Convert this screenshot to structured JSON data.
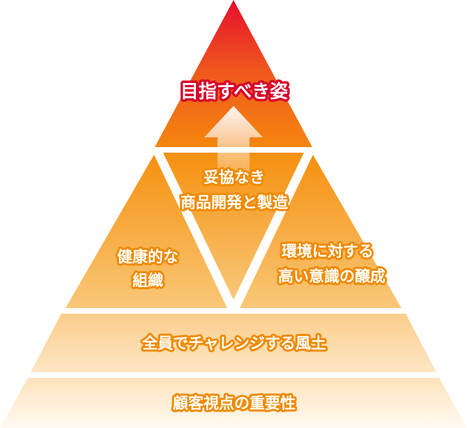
{
  "pyramid": {
    "top": "目指すべき姿",
    "center": [
      "妥協なき",
      "商品開発と製造"
    ],
    "left": [
      "健康的な",
      "組織"
    ],
    "right": [
      "環境に対する",
      "高い意識の醸成"
    ],
    "band1": "全員でチャレンジする風土",
    "band2": "顧客視点の重要性"
  },
  "colors": {
    "top": "#e8102a",
    "mid": "#f49a1a",
    "band": "#fbd08f",
    "text_stroke": "#f08a00"
  }
}
